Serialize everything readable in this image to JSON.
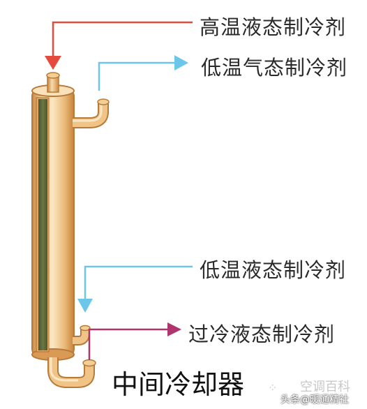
{
  "labels": {
    "high_temp_liquid": "高温液态制冷剂",
    "low_temp_gas": "低温气态制冷剂",
    "low_temp_liquid": "低温液态制冷剂",
    "subcooled_liquid": "过冷液态制冷剂"
  },
  "title": "中间冷却器",
  "watermark": {
    "logo_text": "空调百科",
    "credit": "头条@暖通精社"
  },
  "colors": {
    "arrow_hot": "#e54b3c",
    "arrow_cold": "#6cc6ea",
    "arrow_subcooled": "#b0356e",
    "tube_copper": "#e2a45c",
    "tube_inner": "#5e6a3a",
    "shell_light": "#f6d9a4"
  }
}
